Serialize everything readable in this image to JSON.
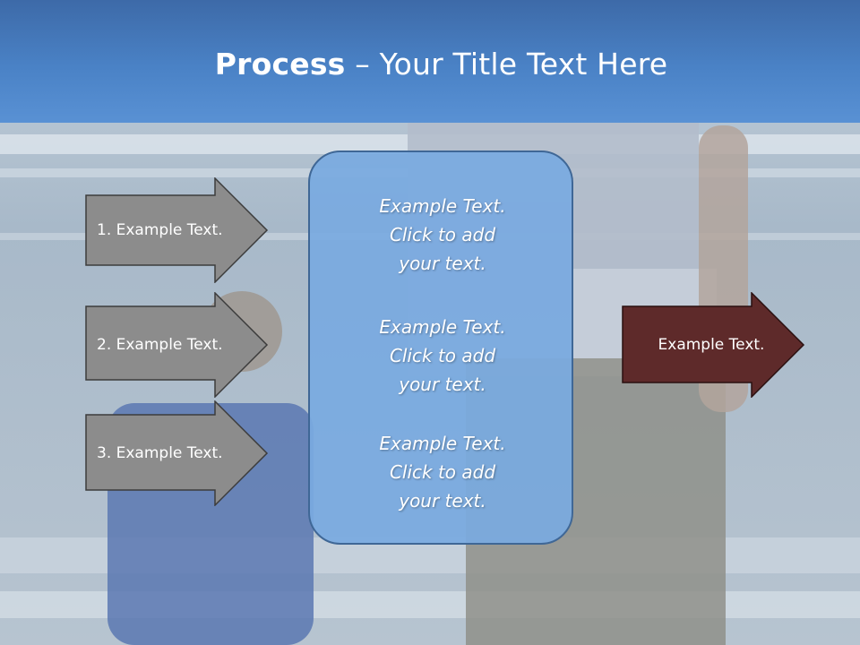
{
  "title": {
    "bold": "Process",
    "rest": " – Your Title Text Here"
  },
  "left_arrows": [
    {
      "label": "1. Example Text."
    },
    {
      "label": "2. Example Text."
    },
    {
      "label": "3. Example Text."
    }
  ],
  "center_box": {
    "paragraphs": [
      {
        "line1": "Example Text.",
        "line2": "Click  to add",
        "line3": "your text."
      },
      {
        "line1": "Example Text.",
        "line2": "Click  to add",
        "line3": "your text."
      },
      {
        "line1": "Example Text.",
        "line2": "Click  to add",
        "line3": "your text."
      }
    ]
  },
  "right_arrow": {
    "label": "Example Text."
  },
  "colors": {
    "header": "#4a82c6",
    "left_arrow_fill": "#8c8c8c",
    "right_arrow_fill": "#5e2a2a",
    "center_box_fill": "#7aaae0"
  },
  "background": "beach-photo-parent-and-child"
}
